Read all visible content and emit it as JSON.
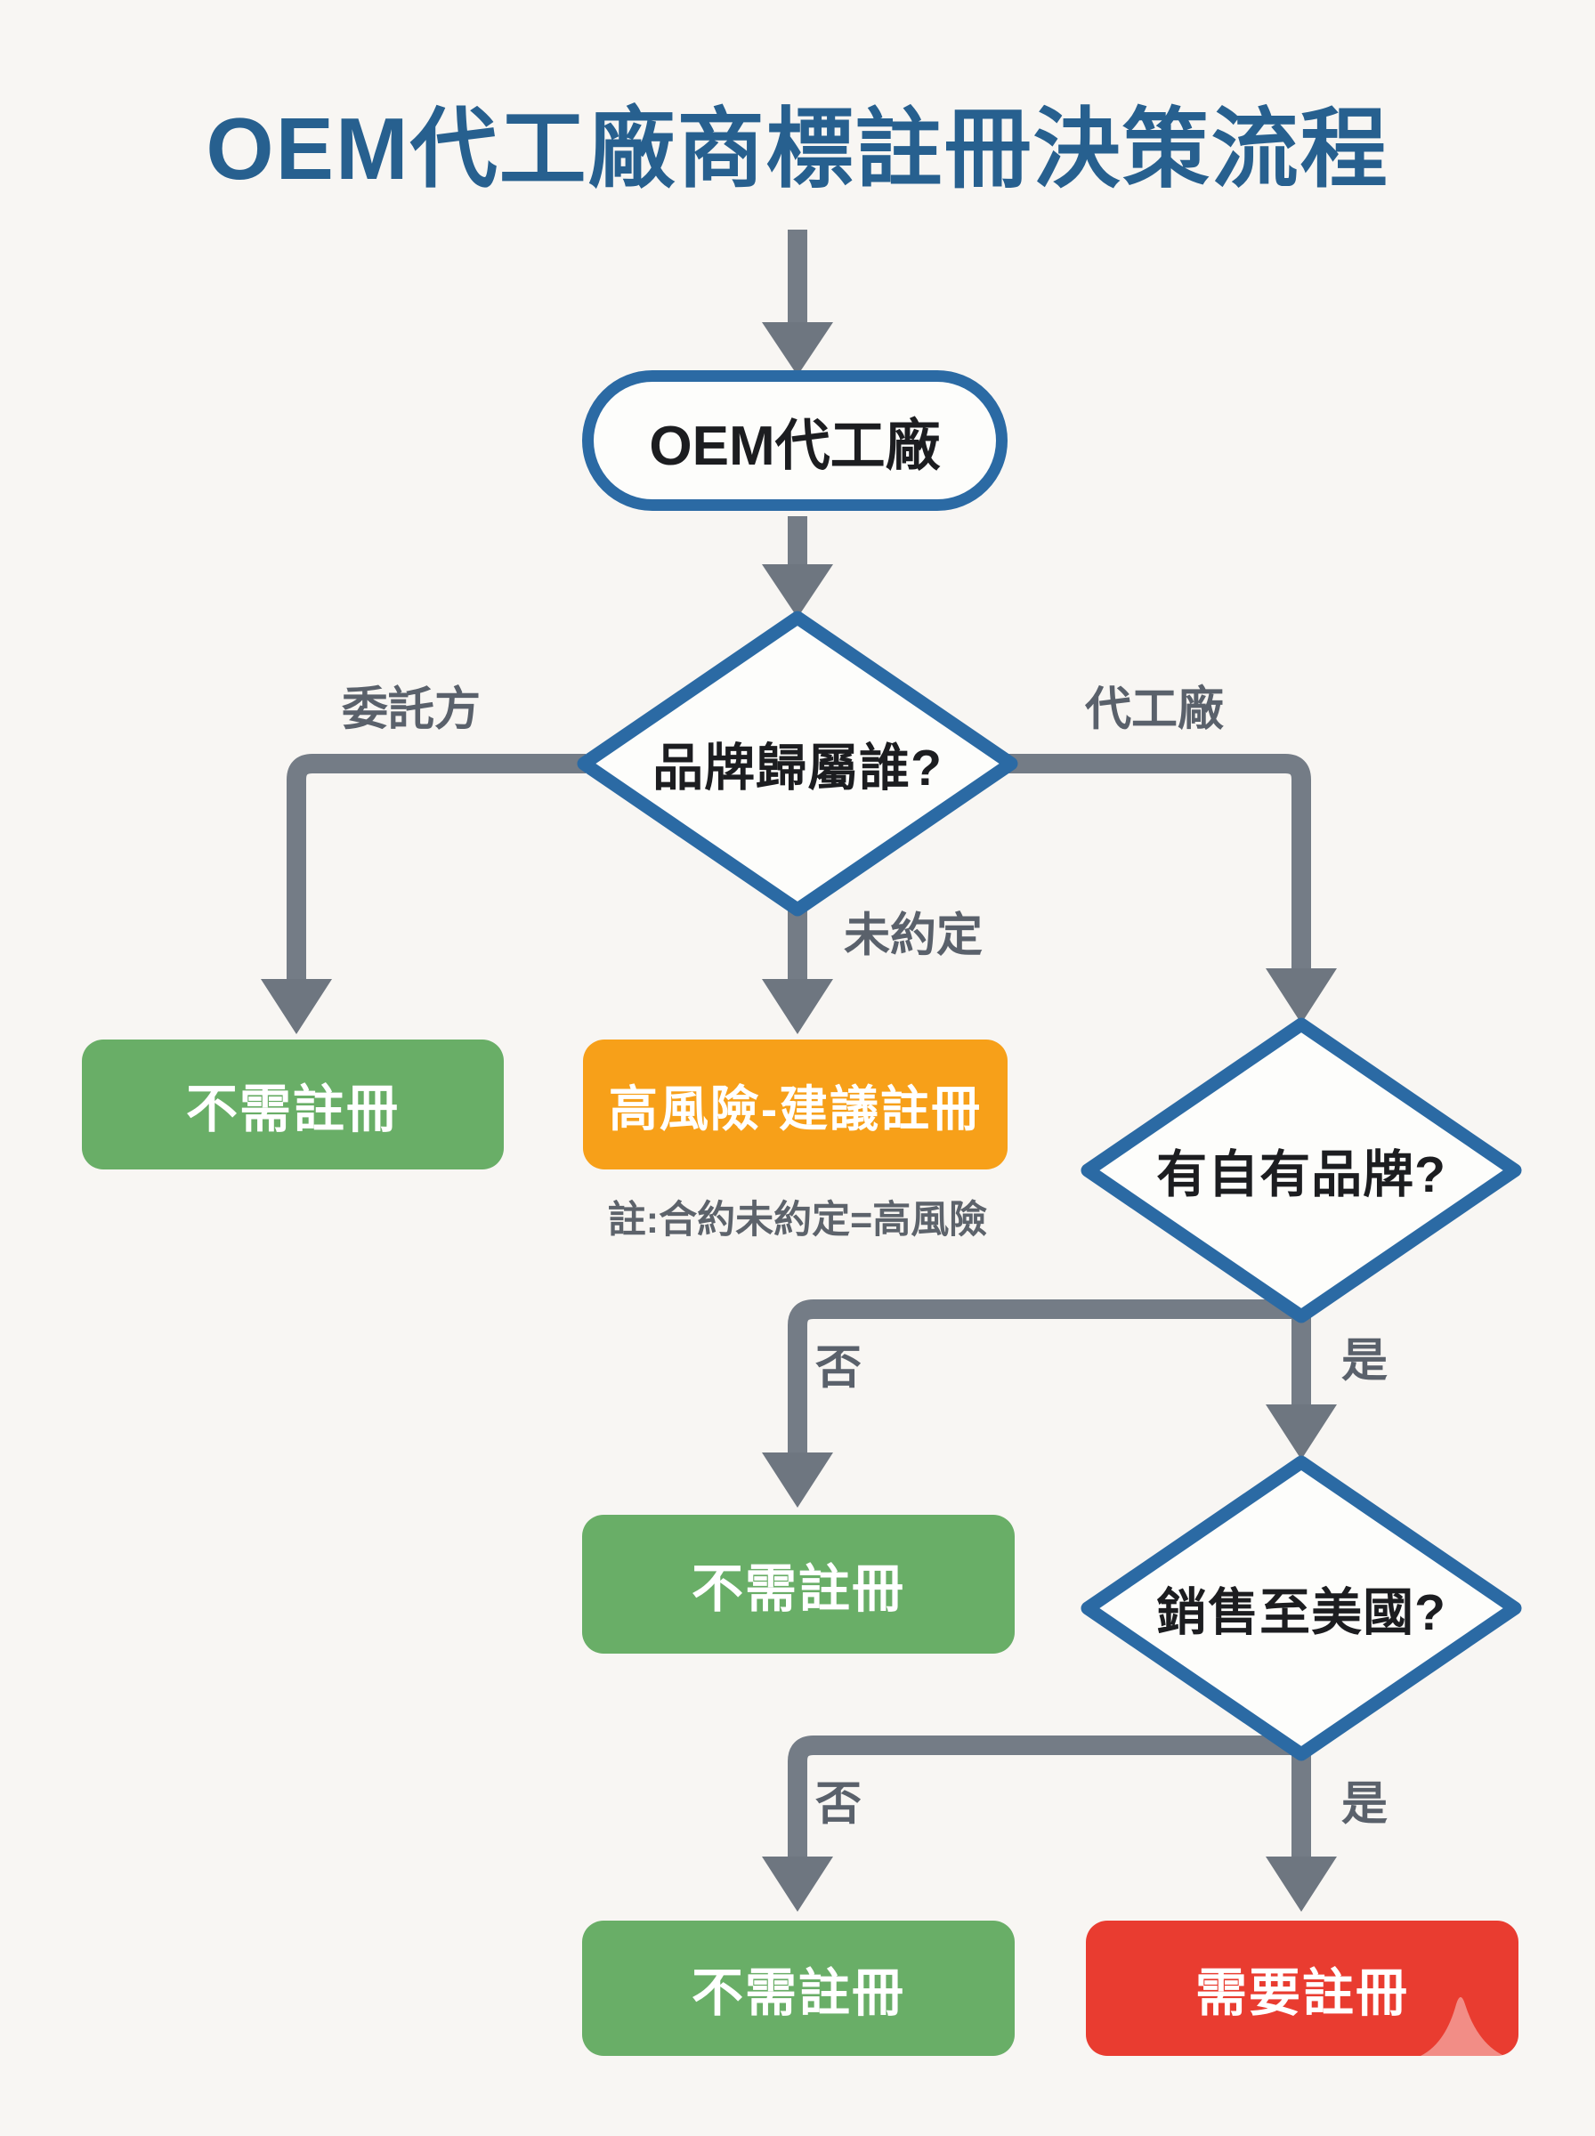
{
  "title": "OEM代工廠商標註冊決策流程",
  "nodes": {
    "start": {
      "label": "OEM代工廠",
      "type": "terminal"
    },
    "q_brand_owner": {
      "label": "品牌歸屬誰?",
      "type": "decision"
    },
    "result_no_need_1": {
      "label": "不需註冊",
      "type": "result",
      "color": "#69ae67"
    },
    "result_high_risk": {
      "label": "高風險-建議註冊",
      "type": "result",
      "color": "#f7a019"
    },
    "note_high_risk": {
      "label": "註:合約未約定=高風險"
    },
    "q_own_brand": {
      "label": "有自有品牌?",
      "type": "decision"
    },
    "result_no_need_2": {
      "label": "不需註冊",
      "type": "result",
      "color": "#69ae67"
    },
    "q_sell_to_us": {
      "label": "銷售至美國?",
      "type": "decision"
    },
    "result_no_need_3": {
      "label": "不需註冊",
      "type": "result",
      "color": "#69ae67"
    },
    "result_need_reg": {
      "label": "需要註冊",
      "type": "result",
      "color": "#e93c30"
    }
  },
  "edge_labels": {
    "client": "委託方",
    "factory": "代工廠",
    "not_agreed": "未約定",
    "own_brand_no": "否",
    "own_brand_yes": "是",
    "sell_us_no": "否",
    "sell_us_yes": "是"
  },
  "colors": {
    "title": "#27608f",
    "shape_border": "#2b6aa4",
    "connector_line": "#747c86",
    "edge_label": "#5a616b",
    "result_green": "#69ae67",
    "result_orange": "#f7a019",
    "result_red": "#e93c30",
    "background": "#f8f6f3"
  }
}
